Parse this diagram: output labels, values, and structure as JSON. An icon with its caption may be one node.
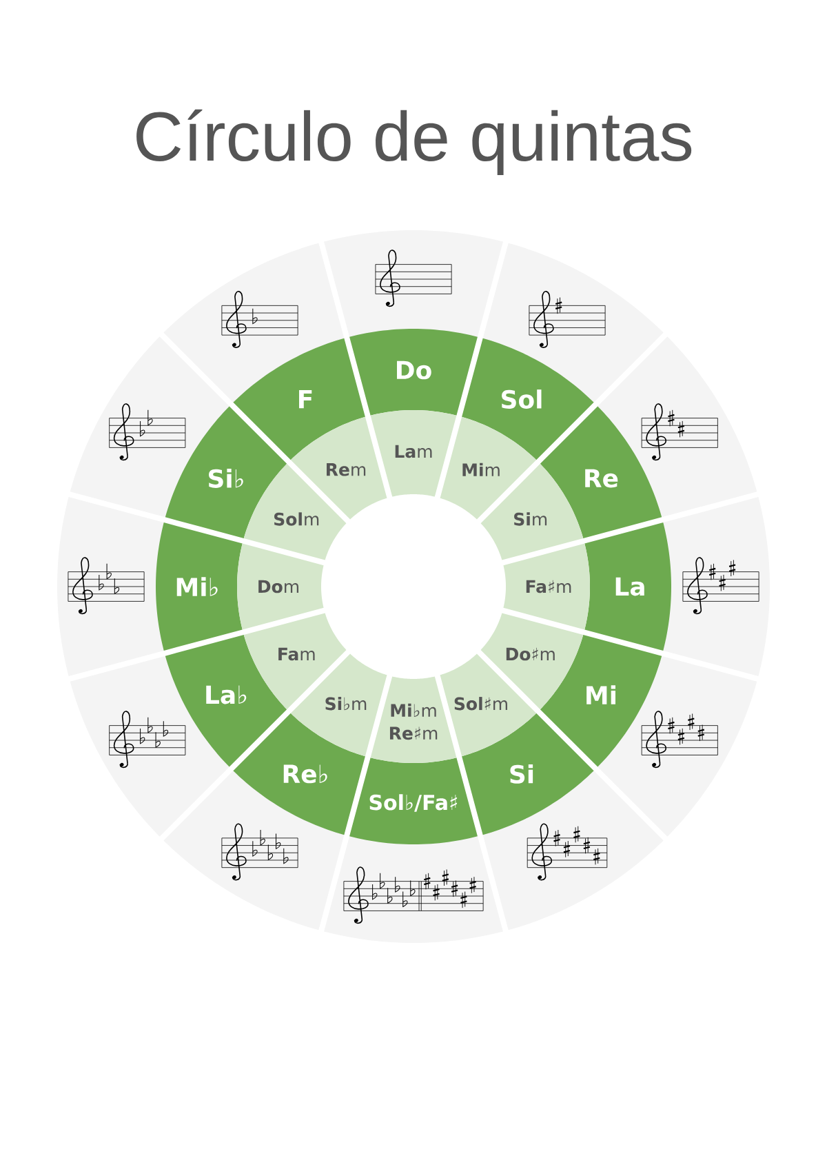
{
  "diagram": {
    "title": "Círculo de quintas",
    "nodes": [
      {
        "text": [
          "Do"
        ]
      },
      {
        "text": [
          "Sol"
        ]
      },
      {
        "text": [
          "Re"
        ]
      },
      {
        "text": [
          "La"
        ]
      },
      {
        "text": [
          "Mi"
        ]
      },
      {
        "text": [
          "Si"
        ]
      },
      {
        "text": [
          "Sol♭/Fa♯"
        ]
      },
      {
        "text": [
          "Re♭"
        ]
      },
      {
        "text": [
          "La♭"
        ]
      },
      {
        "text": [
          "Mi♭"
        ]
      },
      {
        "text": [
          "Si♭"
        ]
      },
      {
        "text": [
          "F"
        ]
      },
      {
        "text": [
          "**La**m"
        ]
      },
      {
        "text": [
          "**Mi**m"
        ]
      },
      {
        "text": [
          "**Si**m"
        ]
      },
      {
        "text": [
          "**Fa**♯m"
        ]
      },
      {
        "text": [
          "**Do**♯m"
        ]
      },
      {
        "text": [
          "**Sol**♯m"
        ]
      },
      {
        "text": [
          "**Mi**♭m",
          "**Re**♯m"
        ]
      },
      {
        "text": [
          "**Si**♭m"
        ]
      },
      {
        "text": [
          "**Fa**m"
        ]
      },
      {
        "text": [
          "**Do**m"
        ]
      },
      {
        "text": [
          "**Sol**m"
        ]
      },
      {
        "text": [
          "**Re**m"
        ]
      }
    ]
  }
}
